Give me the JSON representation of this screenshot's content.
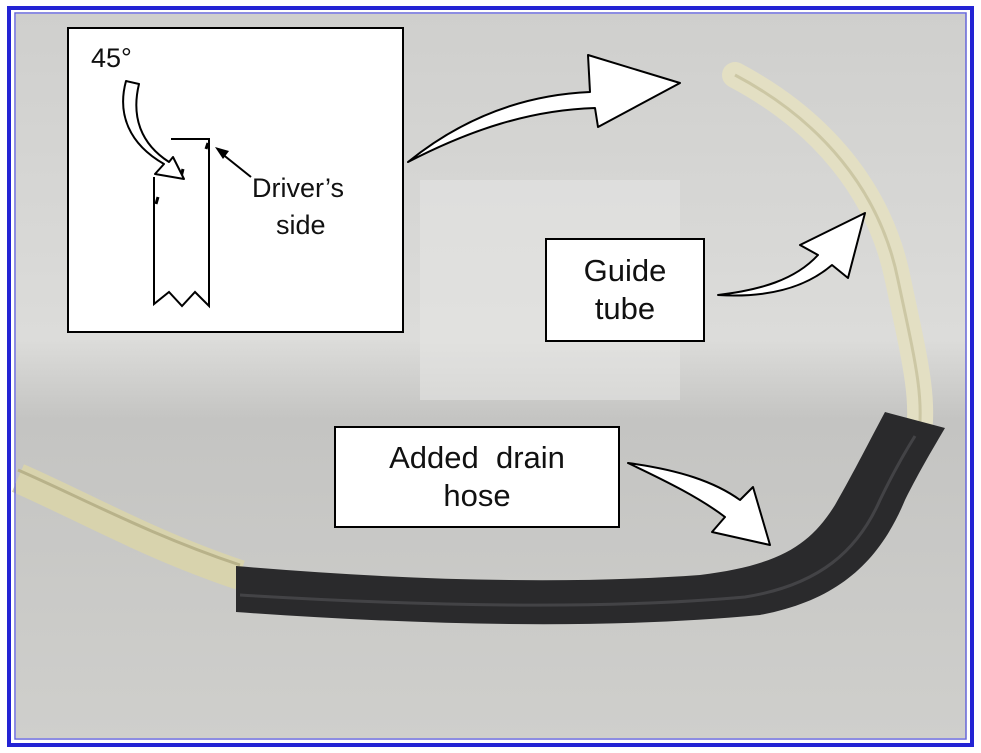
{
  "colors": {
    "frame_border": "#2323d4",
    "background_top": "#d9d9d7",
    "background_bottom": "#c9c9c6",
    "drain_hose": "#2b2b2d",
    "guide_tube": "#ddd9bb"
  },
  "inset": {
    "angle_label": "45°",
    "drivers_side_line1": "Driver’s",
    "drivers_side_line2": "side"
  },
  "labels": {
    "guide_tube_line1": "Guide",
    "guide_tube_line2": "tube",
    "drain_hose_line1": "Added  drain",
    "drain_hose_line2": "hose"
  }
}
